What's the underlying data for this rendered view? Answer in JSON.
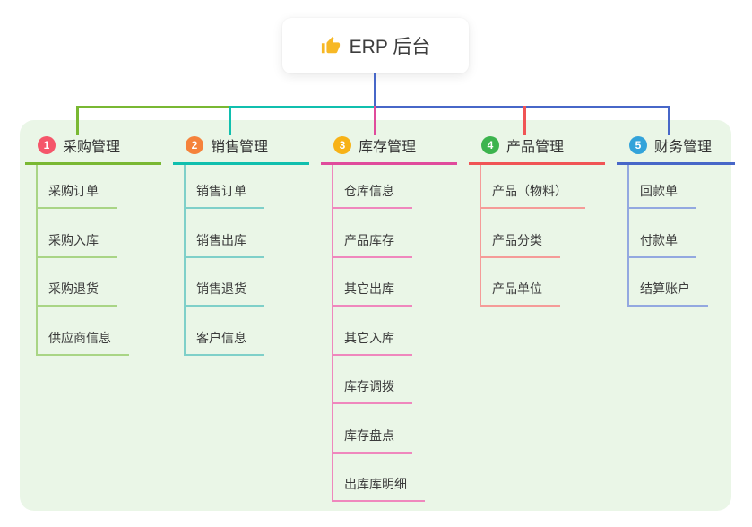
{
  "root": {
    "title": "ERP 后台",
    "icon": "thumbs-up-icon"
  },
  "branches": [
    {
      "badge": "1",
      "title": "采购管理",
      "badge_color": "#f5566a",
      "color": "#79b832",
      "light_color": "#a9d585",
      "children": [
        "采购订单",
        "采购入库",
        "采购退货",
        "供应商信息"
      ]
    },
    {
      "badge": "2",
      "title": "销售管理",
      "badge_color": "#f5823b",
      "color": "#10bfae",
      "light_color": "#7fd0c9",
      "children": [
        "销售订单",
        "销售出库",
        "销售退货",
        "客户信息"
      ]
    },
    {
      "badge": "3",
      "title": "库存管理",
      "badge_color": "#f7b217",
      "color": "#e04b9c",
      "light_color": "#ef87bd",
      "children": [
        "仓库信息",
        "产品库存",
        "其它出库",
        "其它入库",
        "库存调拨",
        "库存盘点",
        "出库库明细"
      ]
    },
    {
      "badge": "4",
      "title": "产品管理",
      "badge_color": "#3cb44e",
      "color": "#f05455",
      "light_color": "#f59b98",
      "children": [
        "产品（物料）",
        "产品分类",
        "产品单位"
      ]
    },
    {
      "badge": "5",
      "title": "财务管理",
      "badge_color": "#33a3da",
      "color": "#4767c8",
      "light_color": "#93a8e0",
      "children": [
        "回款单",
        "付款单",
        "结算账户"
      ]
    }
  ],
  "colors": {
    "panel_bg": "#eaf6e7",
    "trunk": "#4767c8",
    "thumb_icon": "#f7b825"
  }
}
